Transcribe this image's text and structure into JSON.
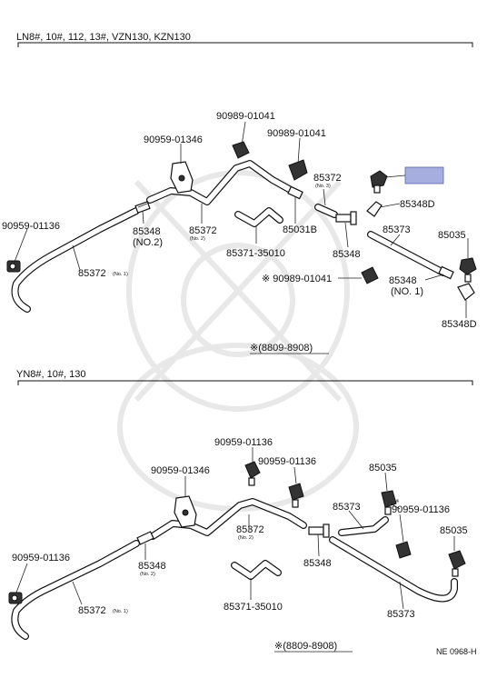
{
  "sections": [
    {
      "header": "LN8#, 10#, 112, 13#, VZN130, KZN130",
      "labels": {
        "p90989_top": "90989-01041",
        "p90959_left": "90959-01346",
        "p90989_right": "90989-01041",
        "p85372_no3": "85372",
        "p85372_no3_sub": "(No. 3)",
        "p85348D_a": "85348D",
        "p90959_01136": "90959-01136",
        "p85348_no2": "85348",
        "p85348_no2_sub": "(NO.2)",
        "p85372_no2": "85372",
        "p85372_no2_sub": "(No. 2)",
        "p85031B": "85031B",
        "p85348_mid": "85348",
        "p85373": "85373",
        "p85035": "85035",
        "p85371": "85371-35010",
        "p85372_no1": "85372",
        "p85372_no1_sub": "(No. 1)",
        "p90989_star": "※ 90989-01041",
        "p85348_no1": "85348",
        "p85348_no1_sub": "(NO. 1)",
        "p85348D_b": "85348D",
        "date_note": "※(8809-8908)"
      }
    },
    {
      "header": "YN8#, 10#, 130",
      "labels": {
        "p90959_top": "90959-01136",
        "p90959_right": "90959-01136",
        "p85035_top": "85035",
        "p90959_01346": "90959-01346",
        "p85373_a": "85373",
        "p90959_star": "※",
        "p90959_star_num": "90959-01136",
        "p85035_right": "85035",
        "p85372_no2": "85372",
        "p85372_no2_sub": "(No. 2)",
        "p90959_left": "90959-01136",
        "p85348_no2": "85348",
        "p85348_no2_sub": "(No. 2)",
        "p85348_mid": "85348",
        "p85372_no1": "85372",
        "p85372_no1_sub": "(No. 1)",
        "p85371": "85371-35010",
        "p85373_b": "85373",
        "date_note": "※(8809-8908)"
      }
    }
  ],
  "figure_code": "NE 0968-H",
  "colors": {
    "highlight": "#a6aee0",
    "line": "#111111"
  }
}
